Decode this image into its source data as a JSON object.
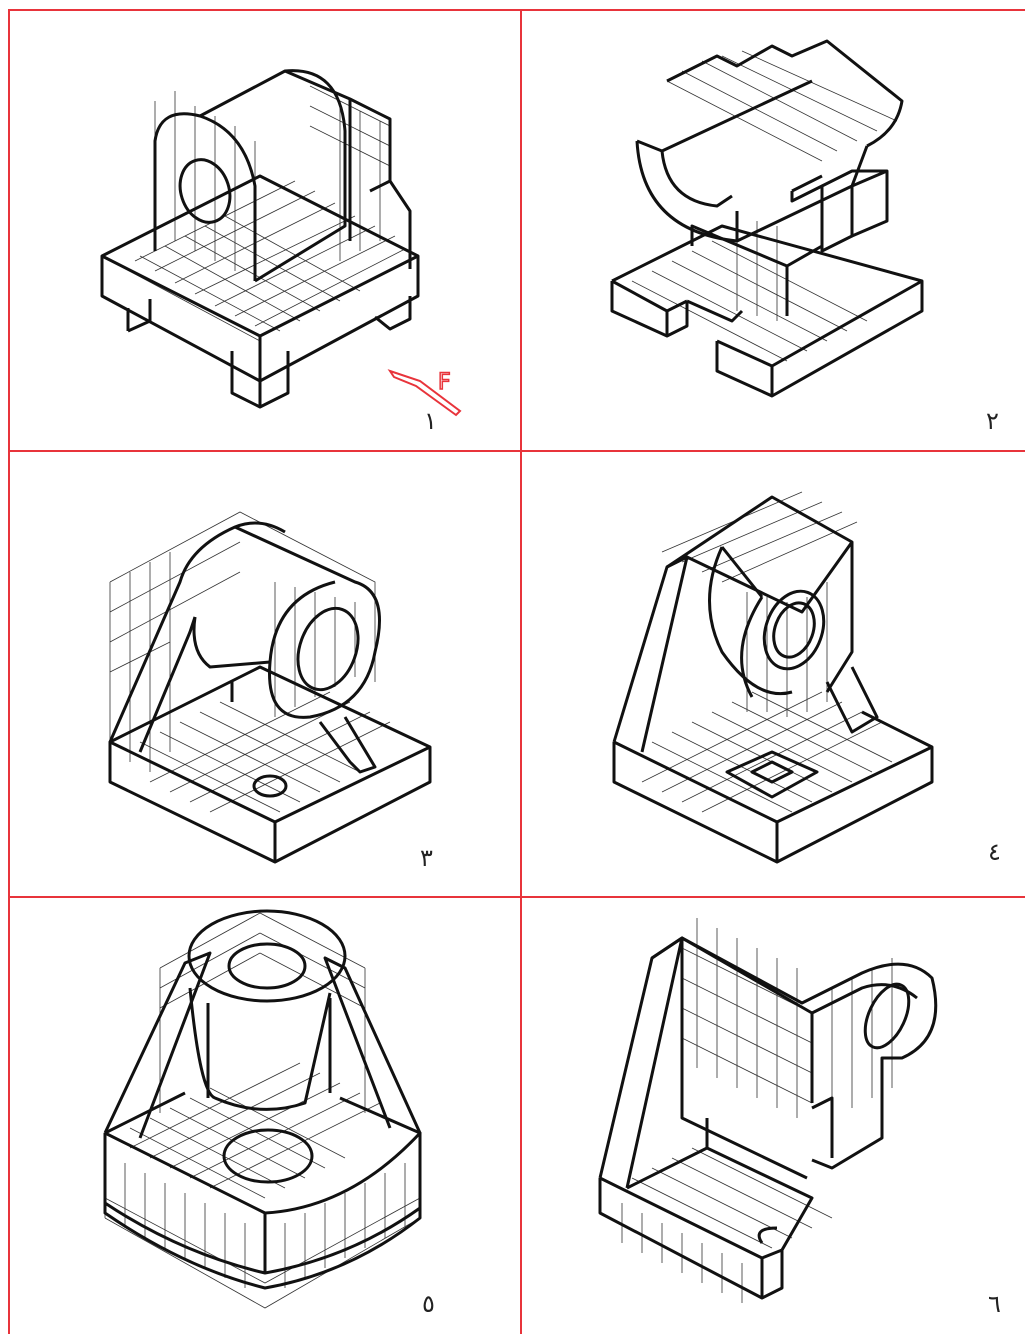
{
  "sheet": {
    "frame_color": "#e8343b",
    "line_color": "#111111",
    "grid_color": "#333333"
  },
  "panels": [
    {
      "number": "١",
      "subject": "bearing-block-with-legs"
    },
    {
      "number": "٢",
      "subject": "saddle-support"
    },
    {
      "number": "٣",
      "subject": "cylinder-bracket-with-rib"
    },
    {
      "number": "٤",
      "subject": "pillow-block-with-pocket"
    },
    {
      "number": "٥",
      "subject": "boss-with-two-ribs"
    },
    {
      "number": "٦",
      "subject": "angle-bracket-with-lug"
    }
  ],
  "view_arrow": {
    "letter": "F",
    "color": "#e8343b"
  }
}
